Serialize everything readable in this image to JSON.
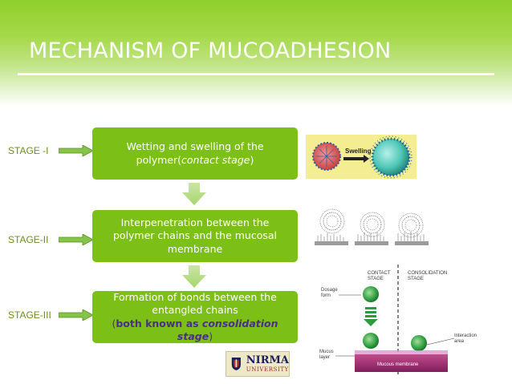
{
  "title": "MECHANISM OF MUCOADHESION",
  "stages": [
    {
      "label": "STAGE -I",
      "line1": "Wetting and swelling of the",
      "line2_pre": "polymer(",
      "line2_italic": "contact stage",
      "line2_post": ")"
    },
    {
      "label": "STAGE-II",
      "line1": "Interpenetration between the",
      "line2": "polymer chains and the mucosal",
      "line3": "membrane"
    },
    {
      "label": "STAGE-III",
      "line1": "Formation of bonds between the",
      "line2": "entangled chains",
      "line3_pre": "(",
      "line3_bold": "both known as ",
      "line3_bold_italic": "consolidation stage",
      "line3_post": ")"
    }
  ],
  "illustration1": {
    "caption": "Swelling"
  },
  "illustration3": {
    "contact_stage": "CONTACT\nSTAGE",
    "consolidation_stage": "CONSOLIDATION\nSTAGE",
    "dosage_form": "Dosage\nform",
    "interaction_area": "Interaction\narea",
    "mucus_layer": "Mucus\nlayer",
    "mucous_membrane": "Mucous membrane"
  },
  "logo": {
    "name": "NIRMA",
    "subtitle": "UNIVERSITY"
  },
  "colors": {
    "accent_green": "#7cc017",
    "stage_label": "#6b8f1b",
    "consolidation_text": "#4e2c8c"
  }
}
